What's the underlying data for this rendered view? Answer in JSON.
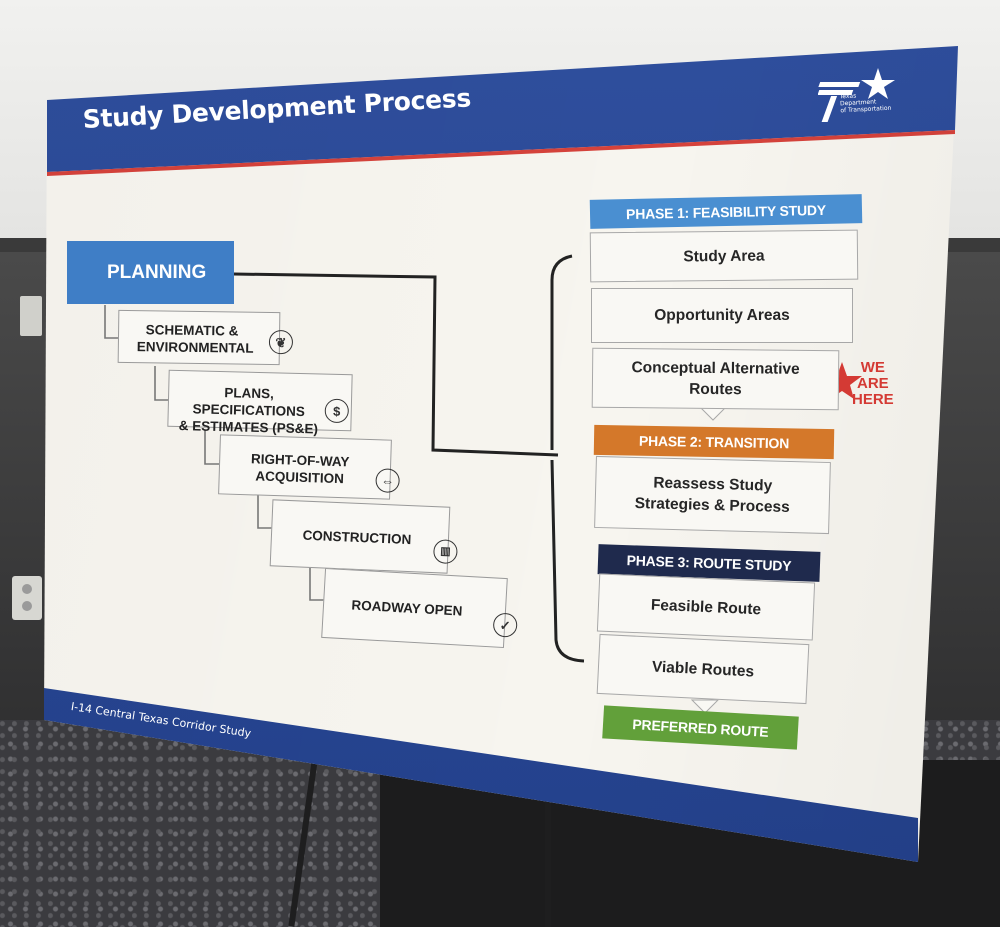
{
  "poster": {
    "title": "Study Development Process",
    "logo_text": [
      "Texas",
      "Department",
      "of Transportation"
    ],
    "footer": "I-14 Central Texas Corridor Study"
  },
  "left_flow": {
    "planning": "PLANNING",
    "steps": [
      {
        "label_lines": [
          "SCHEMATIC &",
          "ENVIRONMENTAL"
        ],
        "icon": "leaf-icon"
      },
      {
        "label_lines": [
          "PLANS, SPECIFICATIONS",
          "& ESTIMATES (PS&E)"
        ],
        "icon": "dollar-icon"
      },
      {
        "label_lines": [
          "RIGHT-OF-WAY",
          "ACQUISITION"
        ],
        "icon": "arrows-horizontal-icon"
      },
      {
        "label_lines": [
          "CONSTRUCTION"
        ],
        "icon": "barrier-icon"
      },
      {
        "label_lines": [
          "ROADWAY OPEN"
        ],
        "icon": "checkmark-icon"
      }
    ]
  },
  "right_flow": {
    "phase1": {
      "label": "PHASE 1: FEASIBILITY STUDY",
      "color": "#4a8fd1"
    },
    "phase1_items": [
      "Study Area",
      "Opportunity Areas",
      "Conceptual Alternative Routes"
    ],
    "marker": {
      "lines": [
        "WE",
        "ARE",
        "HERE"
      ],
      "color": "#d43a34"
    },
    "phase2": {
      "label": "PHASE 2: TRANSITION",
      "color": "#d4782a"
    },
    "phase2_items": [
      "Reassess Study Strategies & Process"
    ],
    "phase3": {
      "label": "PHASE 3: ROUTE STUDY",
      "color": "#1f2a4d"
    },
    "phase3_items": [
      "Feasible Route",
      "Viable Routes"
    ],
    "result": {
      "label": "PREFERRED ROUTE",
      "color": "#62a03a"
    }
  }
}
